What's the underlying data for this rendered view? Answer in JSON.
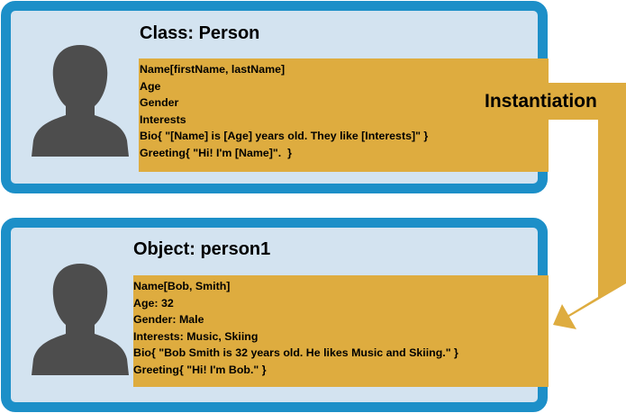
{
  "colors": {
    "card_border": "#1c8fc8",
    "card_fill": "#d3e3f0",
    "property_fill": "#deac3f",
    "avatar": "#4d4d4d",
    "arrow": "#deac3f"
  },
  "class_card": {
    "title": "Class: Person",
    "icon": "person-silhouette-icon",
    "properties": [
      "Name[firstName, lastName]",
      "Age",
      "Gender",
      "Interests",
      "Bio{ \"[Name] is [Age] years old. They like [Interests]\" }",
      "Greeting{ \"Hi! I'm [Name]\".  }"
    ]
  },
  "arrow": {
    "label": "Instantiation"
  },
  "object_card": {
    "title": "Object: person1",
    "icon": "person-silhouette-icon",
    "properties": [
      "Name[Bob, Smith]",
      "Age: 32",
      "Gender: Male",
      "Interests: Music, Skiing",
      "Bio{ \"Bob Smith is 32 years old. He likes Music and Skiing.\" }",
      "Greeting{ \"Hi! I'm Bob.\" }"
    ]
  }
}
